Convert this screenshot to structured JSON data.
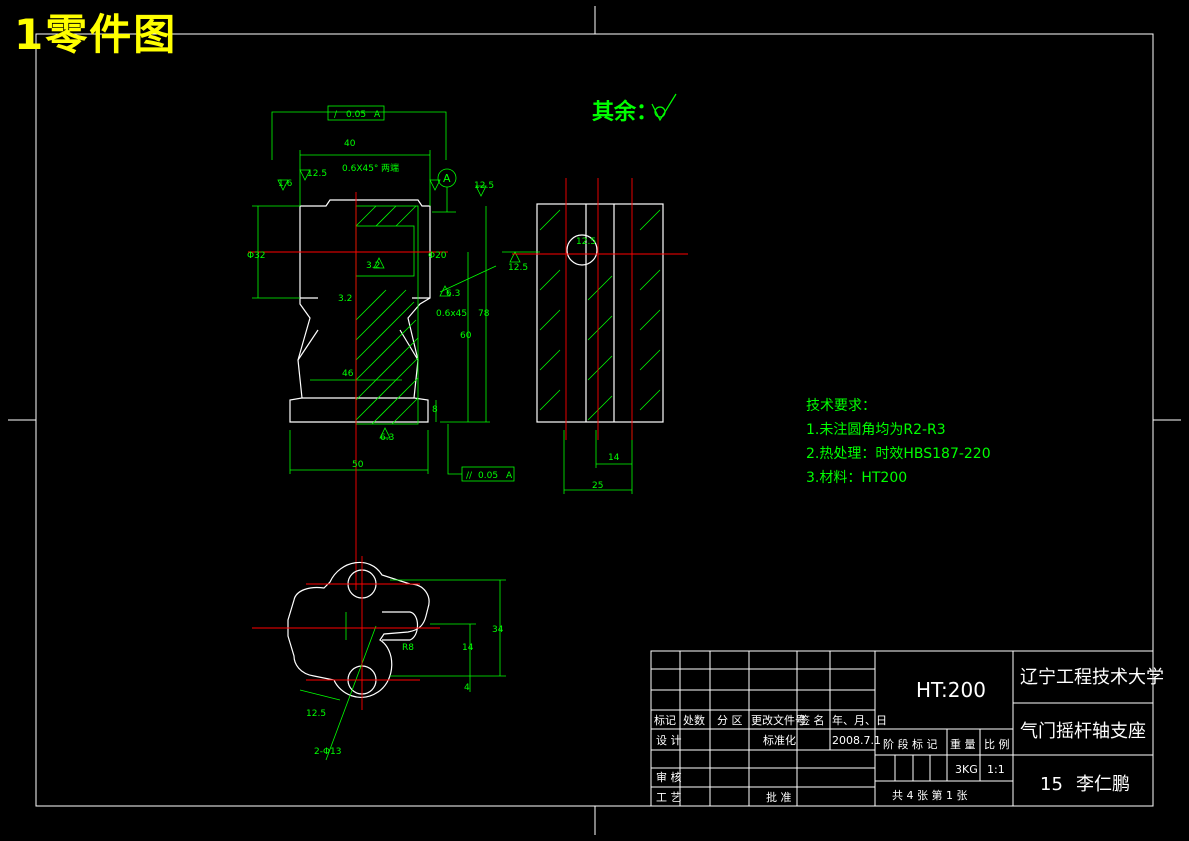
{
  "title": "1零件图",
  "surface_finish_note": "其余：",
  "tech_requirements": {
    "heading": "技术要求：",
    "items": [
      "1.未注圆角均为R2-R3",
      "2.热处理：时效HBS187-220",
      "3.材料：HT200"
    ]
  },
  "dimensions": {
    "tol_top": "0.05",
    "datum_top": "A",
    "dim_40": "40",
    "chamfer_top": "0.6X45°",
    "both_ends": "两端",
    "datum_a": "A",
    "rough_12_5": "12.5",
    "rough_1_6": "1.6",
    "rough_3_2": "3.2",
    "rough_6_3": "6.3",
    "dim_phi32": "Φ32",
    "dim_phi20": "Φ20",
    "dim_78": "78",
    "dim_60": "60",
    "dim_46": "46",
    "dim_8": "8",
    "dim_50": "50",
    "chamfer_mid": "0.6x45",
    "tol_bottom": "0.05",
    "datum_bottom": "A",
    "dim_14": "14",
    "dim_25": "25",
    "dim_34": "34",
    "dim_4": "4",
    "dim_2phi13": "2-Φ13",
    "dim_R8": "R8"
  },
  "title_block": {
    "material": "HT:200",
    "school": "辽宁工程技术大学",
    "part_name": "气门摇杆轴支座",
    "drawing_no": "15",
    "author": "李仁鹏",
    "labels": {
      "mark": "标记",
      "count": "处数",
      "zone": "分 区",
      "change_doc": "更改文件号",
      "sign": "签 名",
      "date": "年、月、日",
      "design": "设 计",
      "standard": "标准化",
      "design_date": "2008.7.1",
      "stage_mark": "阶 段 标 记",
      "weight": "重 量",
      "scale": "比 例",
      "weight_val": "3KG",
      "scale_val": "1:1",
      "review": "审 核",
      "process": "工 艺",
      "approve": "批 准",
      "sheets": "共 4  张  第  1 张"
    }
  },
  "colors": {
    "background": "#000000",
    "geometry": "#ffffff",
    "dimension": "#00ff00",
    "centerline": "#ff0000",
    "title": "#ffff00"
  }
}
